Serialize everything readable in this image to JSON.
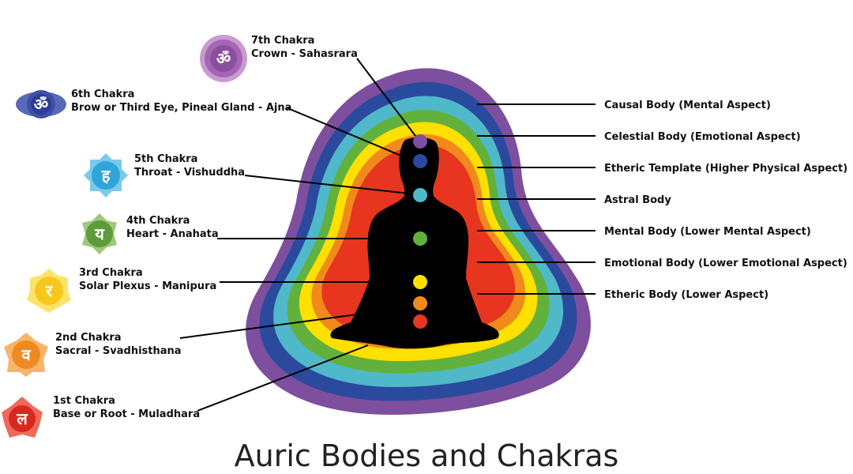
{
  "title": "Auric Bodies and Chakras",
  "colors": {
    "violet": "#7e4f9e",
    "indigo": "#2a4a9e",
    "blue": "#4fb8c9",
    "green": "#62b13c",
    "yellow": "#ffe000",
    "orange": "#f08a1c",
    "red": "#e8351f",
    "silhouette": "#000000"
  },
  "chakras": [
    {
      "heading": "7th Chakra",
      "name": "Crown - Sahasrara",
      "color": "#8b4f9f",
      "icon": "om-lotus-icon"
    },
    {
      "heading": "6th Chakra",
      "name": "Brow or Third Eye, Pineal Gland - Ajna",
      "color": "#2b3c97",
      "icon": "om-lotus-icon"
    },
    {
      "heading": "5th Chakra",
      "name": "Throat - Vishuddha",
      "color": "#2ea6da",
      "icon": "ham-lotus-icon"
    },
    {
      "heading": "4th Chakra",
      "name": "Heart - Anahata",
      "color": "#5f9b3a",
      "icon": "yam-lotus-icon"
    },
    {
      "heading": "3rd Chakra",
      "name": "Solar Plexus - Manipura",
      "color": "#f6c81e",
      "icon": "ram-lotus-icon"
    },
    {
      "heading": "2nd Chakra",
      "name": "Sacral - Svadhisthana",
      "color": "#ef8a22",
      "icon": "vam-lotus-icon"
    },
    {
      "heading": "1st Chakra",
      "name": "Base or Root - Muladhara",
      "color": "#d9281f",
      "icon": "lam-lotus-icon"
    }
  ],
  "bodies": [
    "Causal Body (Mental Aspect)",
    "Celestial Body (Emotional Aspect)",
    "Etheric Template (Higher Physical Aspect)",
    "Astral Body",
    "Mental Body (Lower Mental Aspect)",
    "Emotional Body (Lower Emotional Aspect)",
    "Etheric Body (Lower Aspect)"
  ]
}
